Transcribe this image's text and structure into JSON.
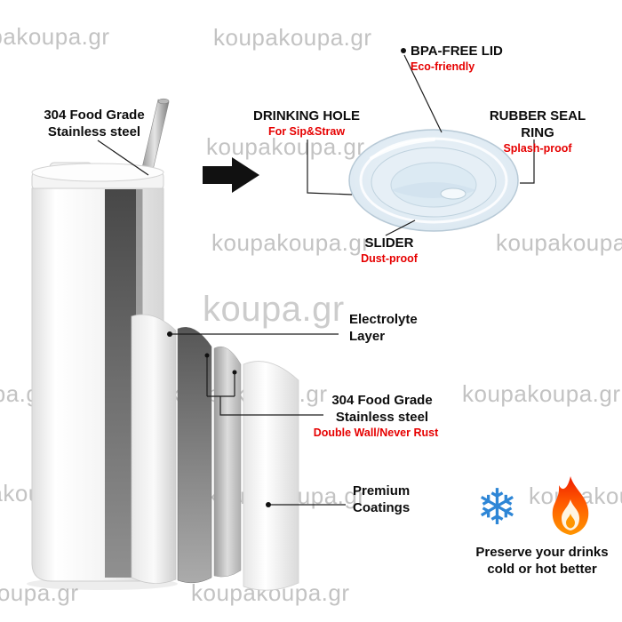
{
  "watermark": {
    "text": "koupakoupa.gr",
    "text_large": "koupa.gr"
  },
  "annotations": {
    "material_top": {
      "line1": "304 Food Grade",
      "line2": "Stainless steel"
    },
    "bpa_free_lid": {
      "title": "BPA-FREE LID",
      "subtitle": "Eco-friendly"
    },
    "drinking_hole": {
      "title": "DRINKING HOLE",
      "subtitle": "For Sip&Straw"
    },
    "rubber_seal_ring": {
      "title": "RUBBER SEAL RING",
      "subtitle": "Splash-proof"
    },
    "slider": {
      "title": "SLIDER",
      "subtitle": "Dust-proof"
    },
    "electrolyte_layer": {
      "line1": "Electrolyte",
      "line2": "Layer"
    },
    "double_wall": {
      "line1": "304 Food Grade",
      "line2": "Stainless steel",
      "subtitle": "Double Wall/Never Rust"
    },
    "premium_coatings": {
      "line1": "Premium",
      "line2": "Coatings"
    },
    "preserve": {
      "line1": "Preserve your drinks",
      "line2": "cold or hot better"
    }
  },
  "icons": {
    "snowflake": "❄",
    "flame": "flame-icon",
    "arrow": "right-arrow-icon"
  },
  "colors": {
    "accent_red": "#e60000",
    "watermark_gray": "#c3c3c3",
    "snowflake_blue": "#2e86d6",
    "flame_orange": "#ff5a00",
    "arrow_black": "#111111"
  }
}
